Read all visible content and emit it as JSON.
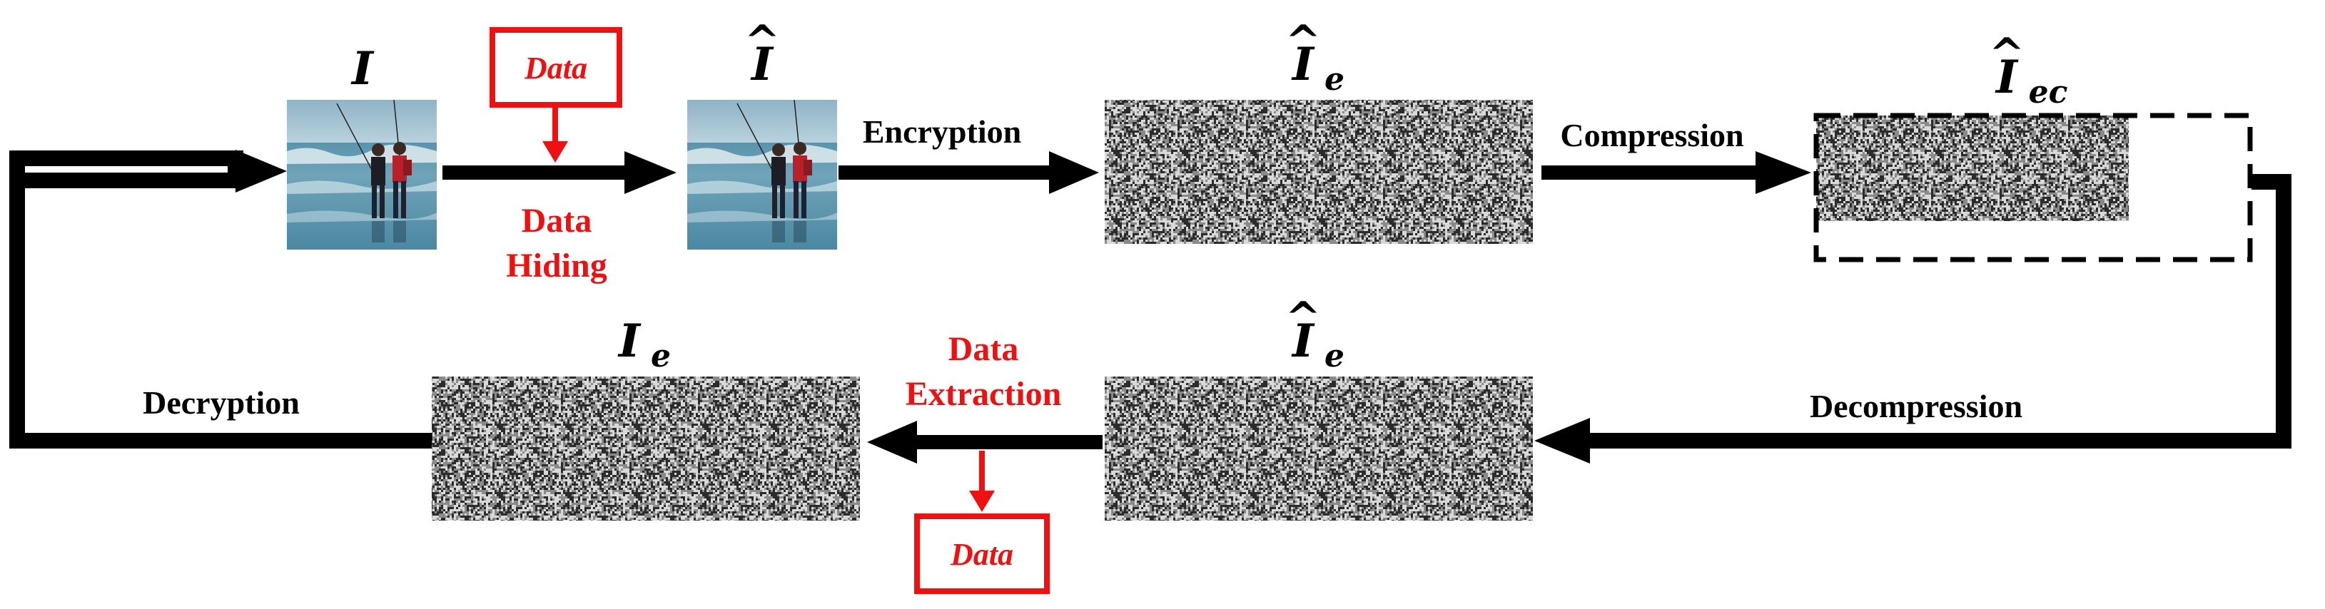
{
  "colors": {
    "arrow": "#000000",
    "accent": "#ee1111",
    "noise_dark": "#2b2b2b",
    "noise_mid": "#8a8a8a",
    "noise_light": "#d9d9d9"
  },
  "symbols": {
    "original": {
      "base": "I",
      "sub": ""
    },
    "marked": {
      "base": "I",
      "sub": "",
      "hat": "^"
    },
    "encrypted_marked": {
      "base": "I",
      "sub": "e",
      "hat": "^"
    },
    "compressed": {
      "base": "I",
      "sub": "ec",
      "hat": "^"
    },
    "decompressed": {
      "base": "I",
      "sub": "e",
      "hat": "^"
    },
    "encrypted": {
      "base": "I",
      "sub": "e"
    }
  },
  "labels": {
    "data_in": "Data",
    "data_out": "Data",
    "data_hiding_1": "Data",
    "data_hiding_2": "Hiding",
    "encryption": "Encryption",
    "compression": "Compression",
    "decompression": "Decompression",
    "data_extraction_1": "Data",
    "data_extraction_2": "Extraction",
    "decryption": "Decryption"
  },
  "images": {
    "original_photo": "beach-fishing-photo",
    "marked_photo": "beach-fishing-photo",
    "noise_texture": "random-noise-texture"
  }
}
